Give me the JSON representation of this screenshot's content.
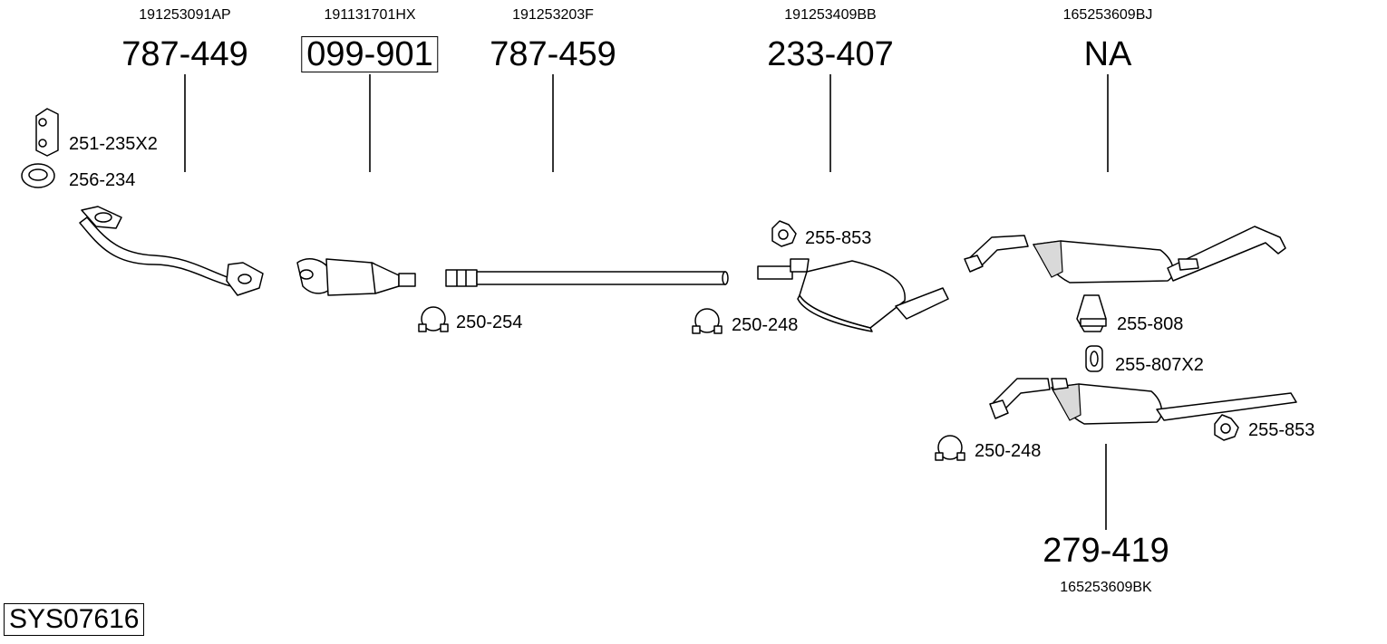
{
  "system_code": "SYS07616",
  "columns": [
    {
      "oem": "191253091AP",
      "part": "787-449"
    },
    {
      "oem": "191131701HX",
      "part": "099-901"
    },
    {
      "oem": "191253203F",
      "part": "787-459"
    },
    {
      "oem": "191253409BB",
      "part": "233-407"
    },
    {
      "oem": "165253609BJ",
      "part": "NA"
    }
  ],
  "lower_part": {
    "oem": "165253609BK",
    "part": "279-419"
  },
  "accessories": [
    {
      "label": "251-235X2",
      "icon": "bracket-icon"
    },
    {
      "label": "256-234",
      "icon": "gasket-ring-icon"
    },
    {
      "label": "250-254",
      "icon": "clamp-icon"
    },
    {
      "label": "250-248",
      "icon": "clamp-icon"
    },
    {
      "label": "255-853",
      "icon": "rubber-mount-icon"
    },
    {
      "label": "255-808",
      "icon": "rubber-hanger-icon"
    },
    {
      "label": "255-807X2",
      "icon": "rubber-ring-icon"
    },
    {
      "label": "250-248",
      "icon": "clamp-icon"
    },
    {
      "label": "255-853",
      "icon": "rubber-mount-icon"
    }
  ],
  "colors": {
    "line": "#000000",
    "fill": "#ffffff",
    "shade": "#d9d9d9"
  }
}
